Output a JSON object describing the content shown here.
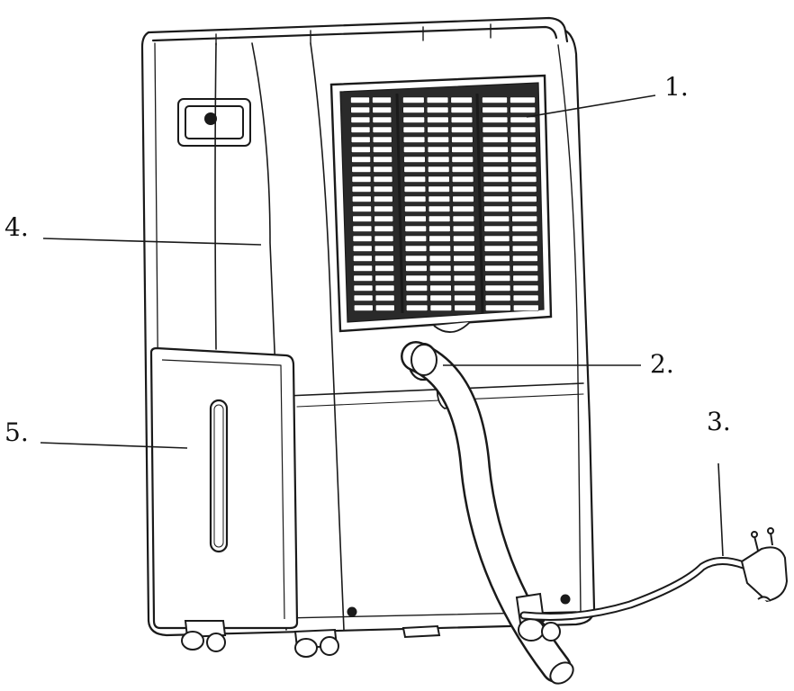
{
  "callouts": [
    {
      "id": "1",
      "label": "1."
    },
    {
      "id": "2",
      "label": "2."
    },
    {
      "id": "3",
      "label": "3."
    },
    {
      "id": "4",
      "label": "4."
    },
    {
      "id": "5",
      "label": "5."
    }
  ],
  "colors": {
    "line": "#1a1a1a",
    "background": "#ffffff"
  }
}
